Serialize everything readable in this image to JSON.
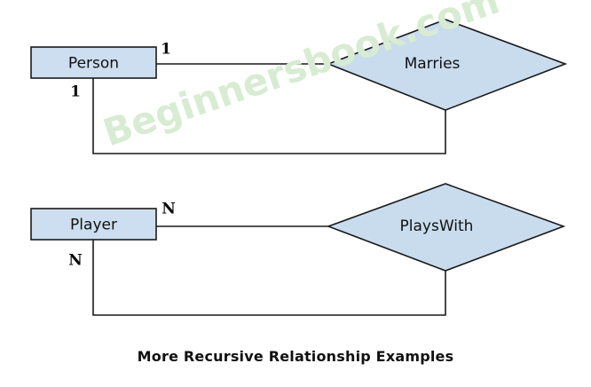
{
  "diagram": {
    "title": "More Recursive Relationship Examples",
    "watermark": "Beginnersbook.com",
    "colors": {
      "entity_fill": "#ccdeef",
      "relationship_fill": "#c9dcee",
      "stroke": "#1a1a1a",
      "text": "#111111",
      "watermark": "#d7ecd2",
      "background": "#ffffff"
    },
    "entities": [
      {
        "id": "person",
        "label": "Person"
      },
      {
        "id": "player",
        "label": "Player"
      }
    ],
    "relationships": [
      {
        "id": "marries",
        "label": "Marries"
      },
      {
        "id": "playswith",
        "label": "PlaysWith"
      }
    ],
    "connections": [
      {
        "id": "person-marries-top",
        "from": "person",
        "to": "marries",
        "cardinality": "1"
      },
      {
        "id": "person-marries-bottom",
        "from": "person",
        "to": "marries",
        "cardinality": "1"
      },
      {
        "id": "player-playswith-top",
        "from": "player",
        "to": "playswith",
        "cardinality": "N"
      },
      {
        "id": "player-playswith-bottom",
        "from": "player",
        "to": "playswith",
        "cardinality": "N"
      }
    ],
    "cardinality_labels": {
      "person_right": "1",
      "person_bottom": "1",
      "player_right": "N",
      "player_bottom": "N"
    }
  }
}
